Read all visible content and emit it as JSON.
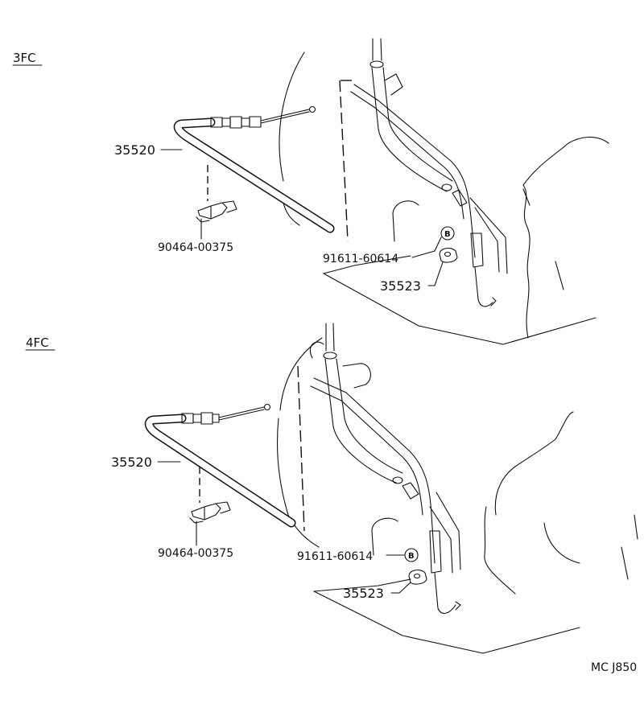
{
  "diagram": {
    "sections": [
      {
        "title": "3FC",
        "labels": {
          "cable": "35520",
          "clip": "90464-00375",
          "bolt": "91611-60614",
          "bolt_marker": "B",
          "bracket": "35523"
        }
      },
      {
        "title": "4FC",
        "labels": {
          "cable": "35520",
          "clip": "90464-00375",
          "bolt": "91611-60614",
          "bolt_marker": "B",
          "bracket": "35523"
        }
      }
    ],
    "reference_code": "MC J850"
  }
}
